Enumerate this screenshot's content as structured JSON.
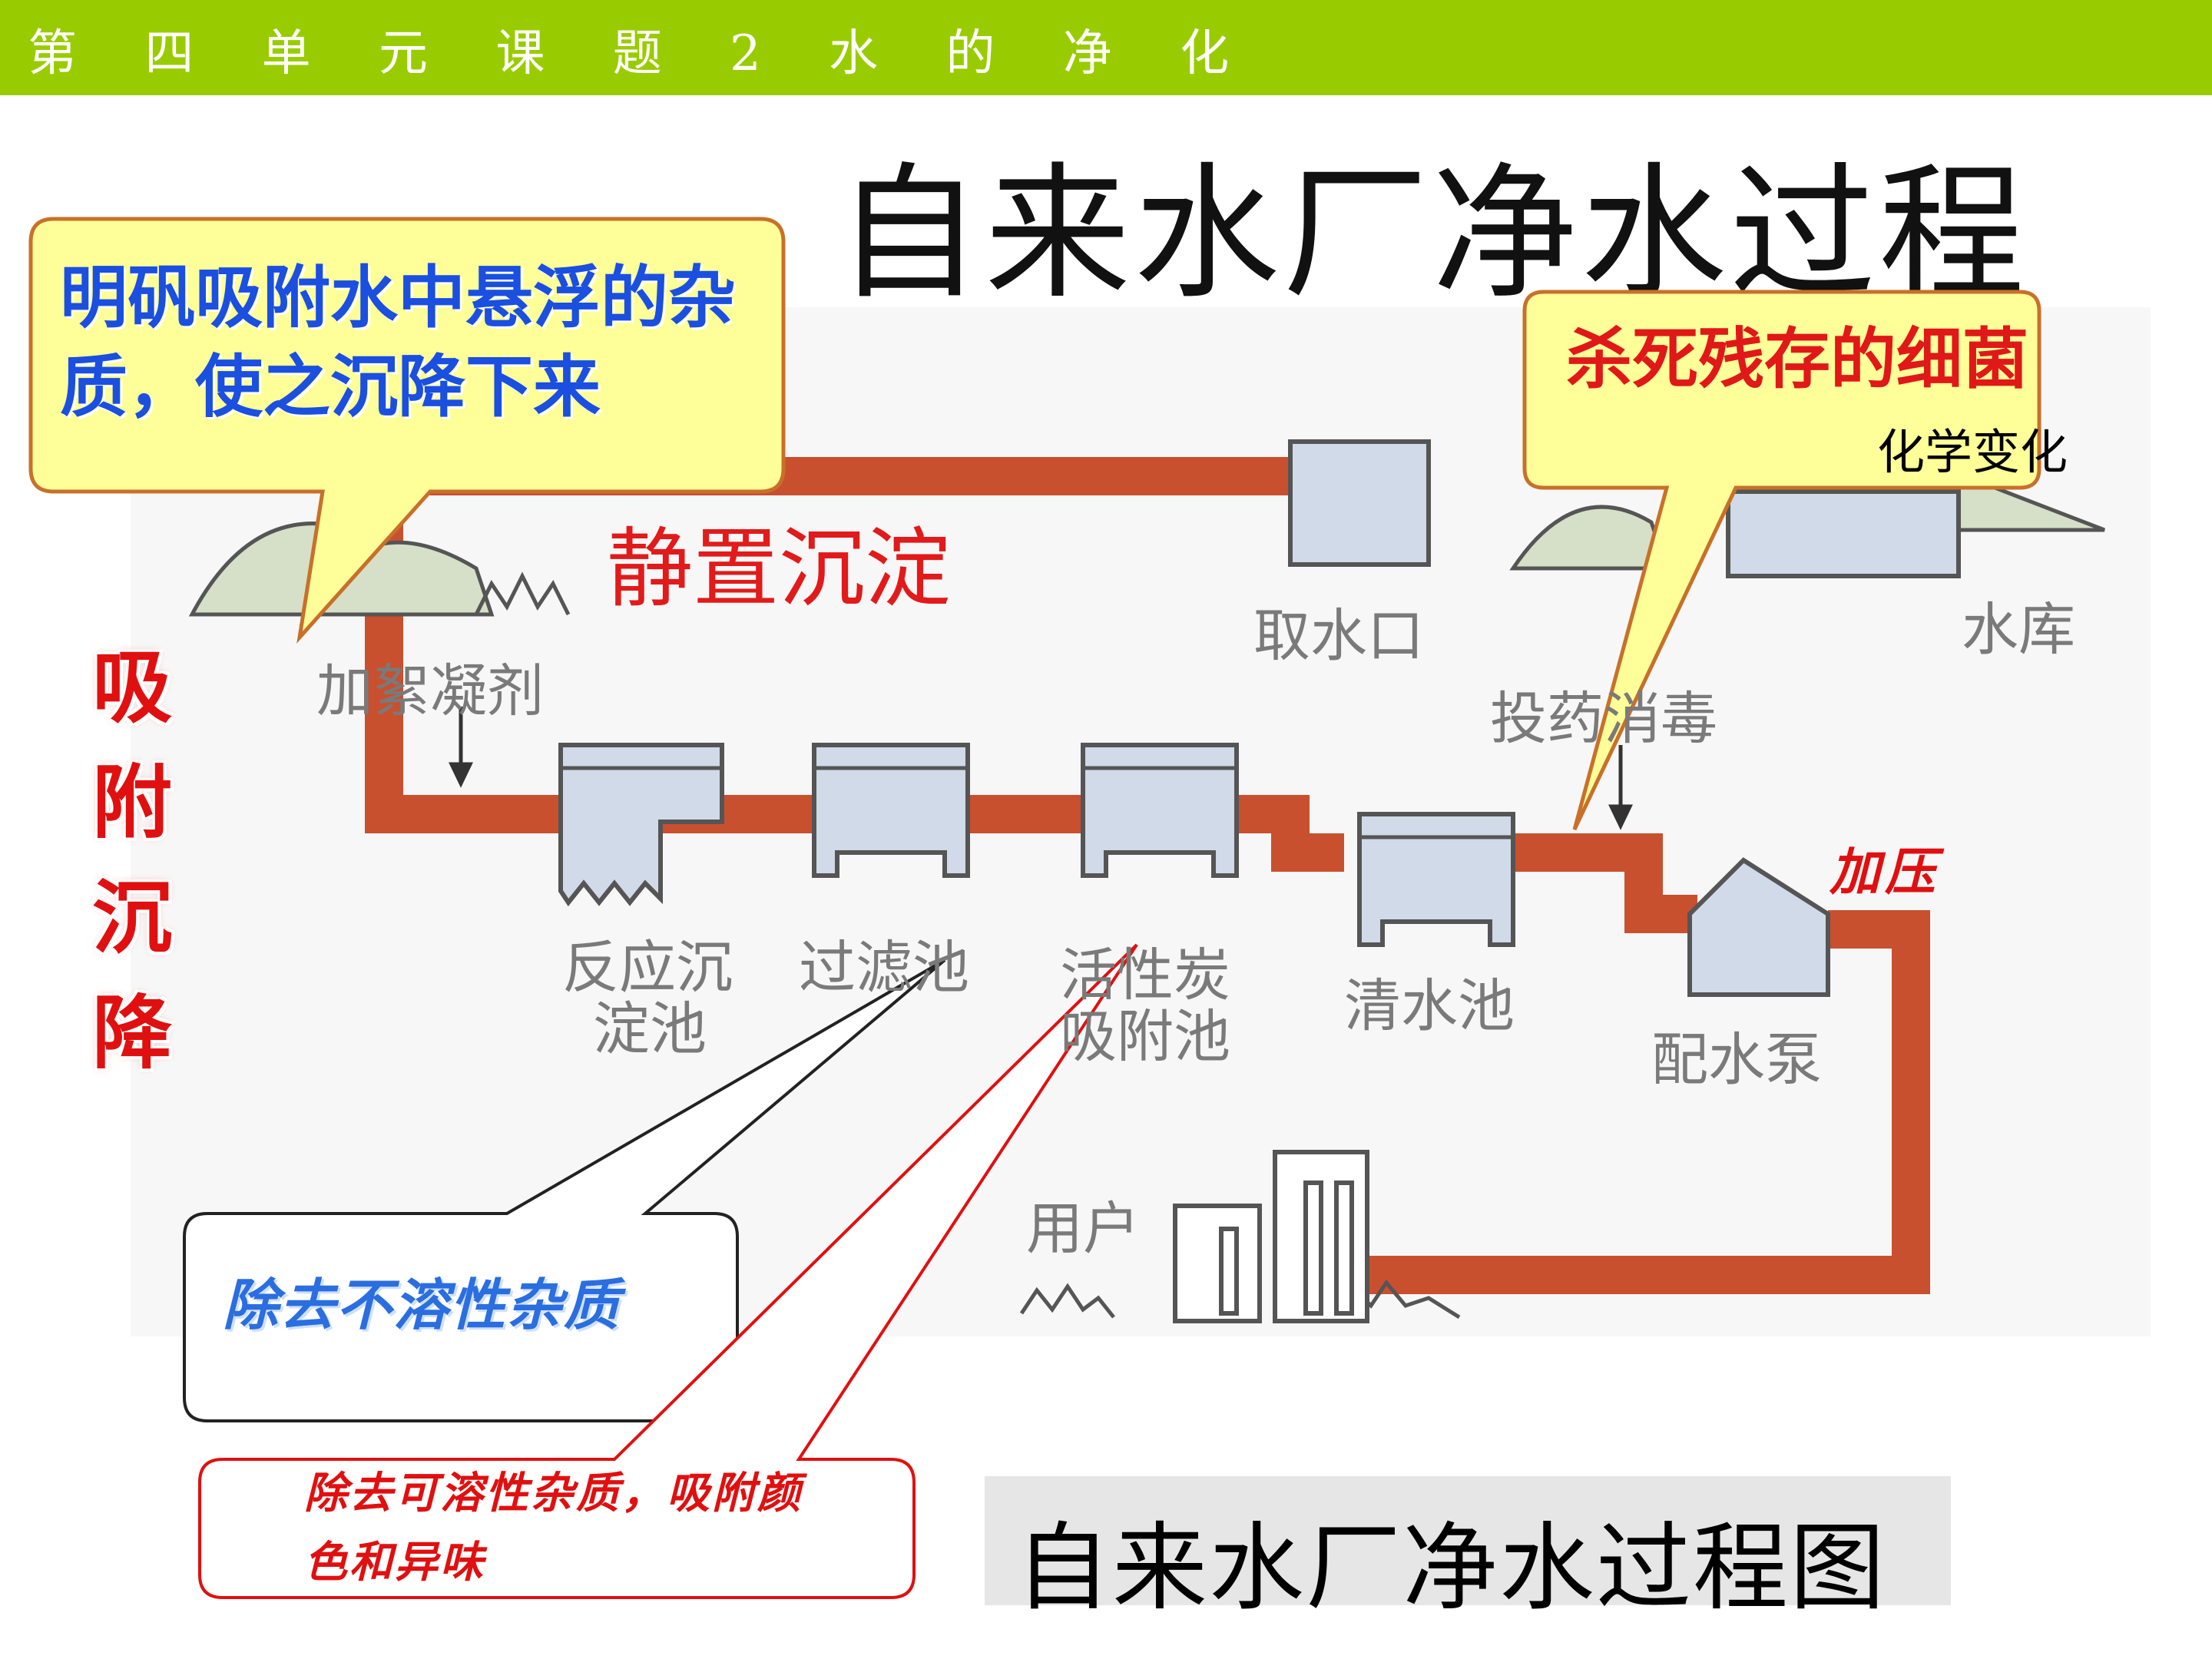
{
  "header": {
    "unit_title": "第 四 单 元 课 题 2 水 的 净 化"
  },
  "slide": {
    "title": "一、自来水厂净水过程"
  },
  "diagram": {
    "stations": {
      "intake": "取水口",
      "reservoir": "水库",
      "flocculant": "加絮凝剂",
      "disinfect": "投药消毒",
      "reaction_tank_line1": "反应沉",
      "reaction_tank_line2": "淀池",
      "filter_tank": "过滤池",
      "carbon_tank_line1": "活性炭",
      "carbon_tank_line2": "吸附池",
      "clear_tank": "清水池",
      "pump": "配水泵",
      "users": "用户"
    },
    "annotations": {
      "settling": "静置沉淀",
      "adsorb_settle": "吸附沉降",
      "alum_callout": "明矾吸附水中悬浮的杂质，使之沉降下来",
      "kill_bacteria": "杀死残存的细菌",
      "chemical_change": "化学变化",
      "pressurize": "加压",
      "insoluble": "除去不溶性杂质",
      "soluble": "除去可溶性杂质，吸附颜色和异味"
    },
    "caption": "自来水厂净水过程图",
    "colors": {
      "pipe": "#c8502f",
      "tank_fill": "#d0dae8",
      "header_bar": "#99cc00",
      "callout_fill": "#ffff99",
      "callout_border": "#c8702a"
    }
  }
}
